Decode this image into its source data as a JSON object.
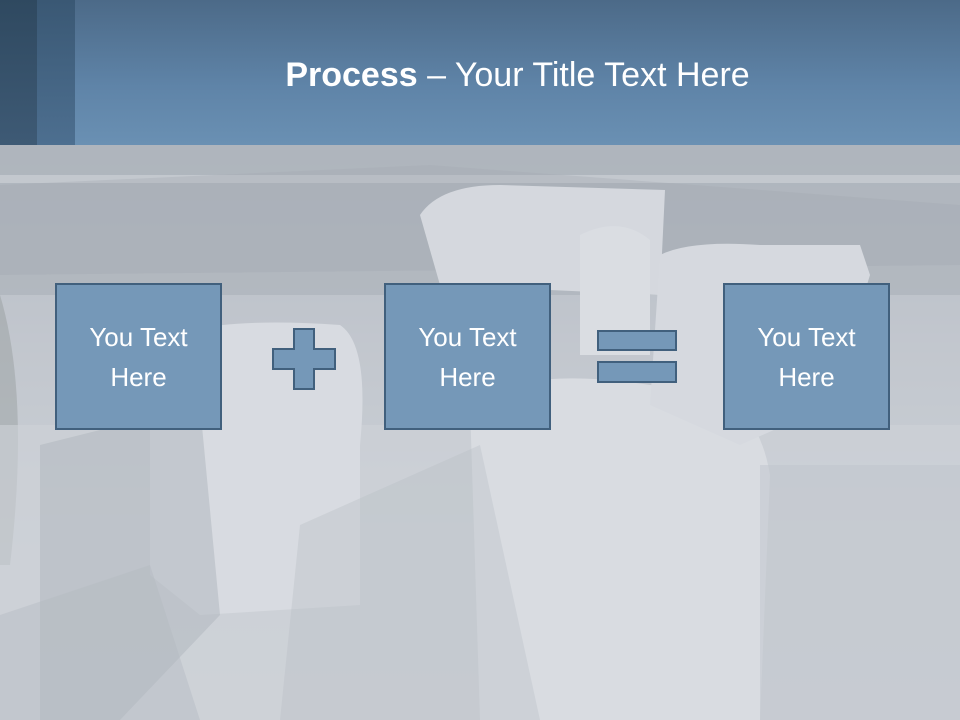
{
  "slide": {
    "title_bold": "Process",
    "title_rest": " – Your Title Text Here"
  },
  "process": {
    "boxes": [
      {
        "text": "You Text Here"
      },
      {
        "text": "You Text Here"
      },
      {
        "text": "You Text Here"
      }
    ],
    "operators": [
      "plus-icon",
      "equals-icon"
    ]
  },
  "colors": {
    "header": "#5f84a8",
    "header_accent": "#2f4960",
    "box_fill": "#7598b8",
    "box_border": "#41607d",
    "title_text": "#ffffff"
  }
}
